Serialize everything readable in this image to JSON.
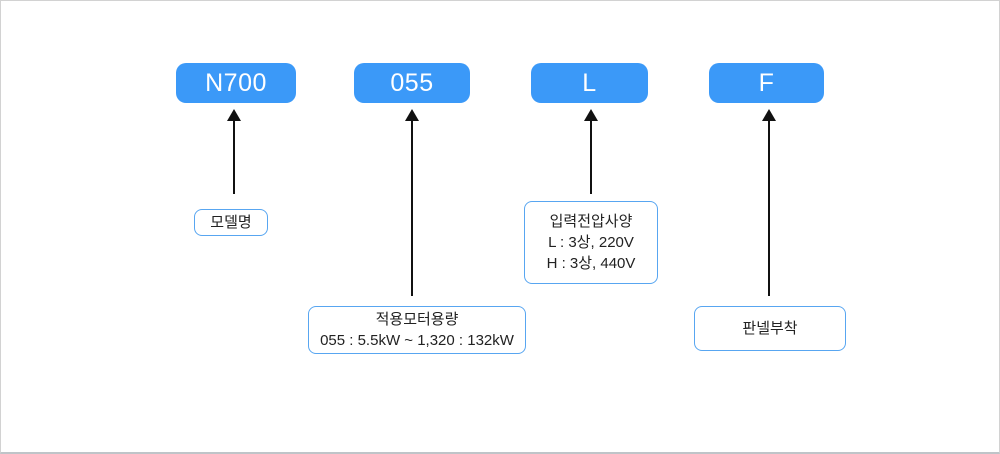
{
  "diagram": {
    "columns": [
      {
        "code": "N700",
        "label_lines": [
          "모델명"
        ]
      },
      {
        "code": "055",
        "label_lines": [
          "적용모터용량",
          "055 : 5.5kW ~ 1,320 : 132kW"
        ]
      },
      {
        "code": "L",
        "label_lines": [
          "입력전압사양",
          "L : 3상, 220V",
          "H : 3상, 440V"
        ]
      },
      {
        "code": "F",
        "label_lines": [
          "판넬부착"
        ]
      }
    ]
  },
  "colors": {
    "code_box_bg": "#3b99f8",
    "code_box_text": "#ffffff",
    "label_box_border": "#58a6f1",
    "label_box_text": "#222222",
    "arrow": "#111111",
    "frame_border": "#d2d2d2",
    "frame_border_bottom": "#bfc4c8"
  }
}
